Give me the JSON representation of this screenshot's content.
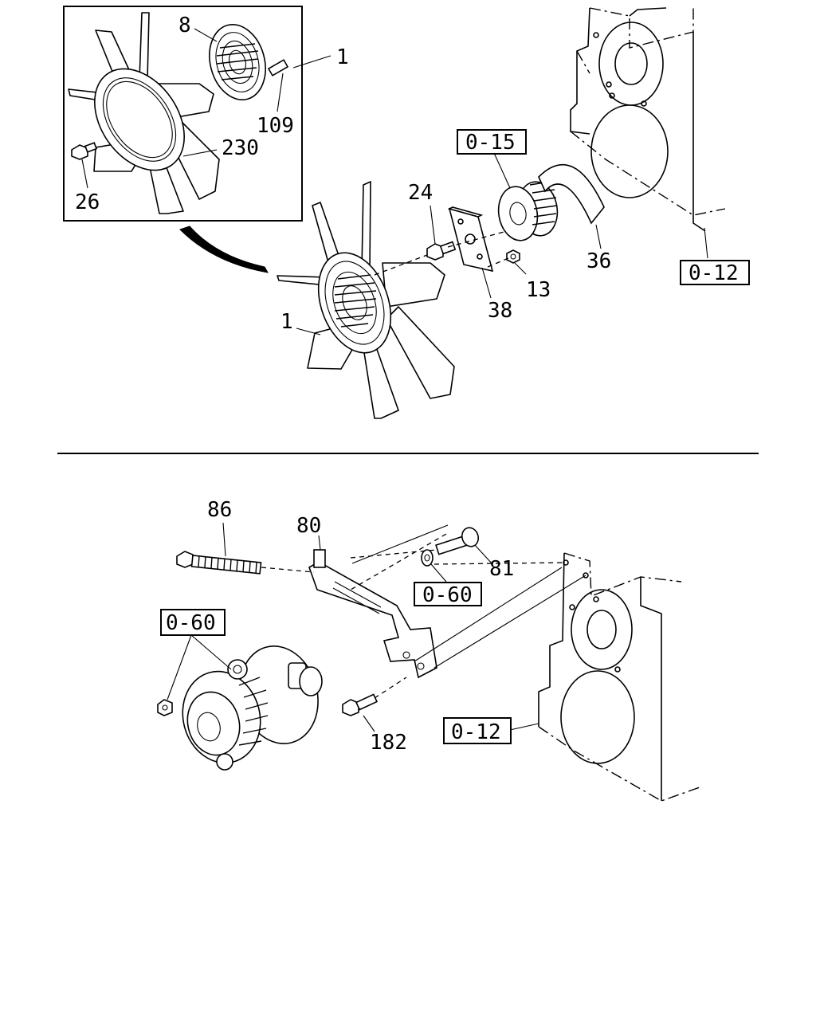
{
  "top_section": {
    "inset_labels": {
      "fan_clutch": "8",
      "assembly": "1",
      "stud": "109",
      "fan": "230",
      "bolt": "26"
    },
    "main_labels": {
      "ref_pulley": "0-15",
      "ref_block": "0-12",
      "bolt": "24",
      "plate": "38",
      "nut": "13",
      "guide": "36",
      "assembly": "1"
    }
  },
  "bottom_section": {
    "labels": {
      "long_bolt": "86",
      "bracket": "80",
      "bolt": "81",
      "ref_washer": "0-60",
      "ref_alternator": "0-60",
      "ref_block": "0-12",
      "lower_bolt": "182"
    }
  }
}
